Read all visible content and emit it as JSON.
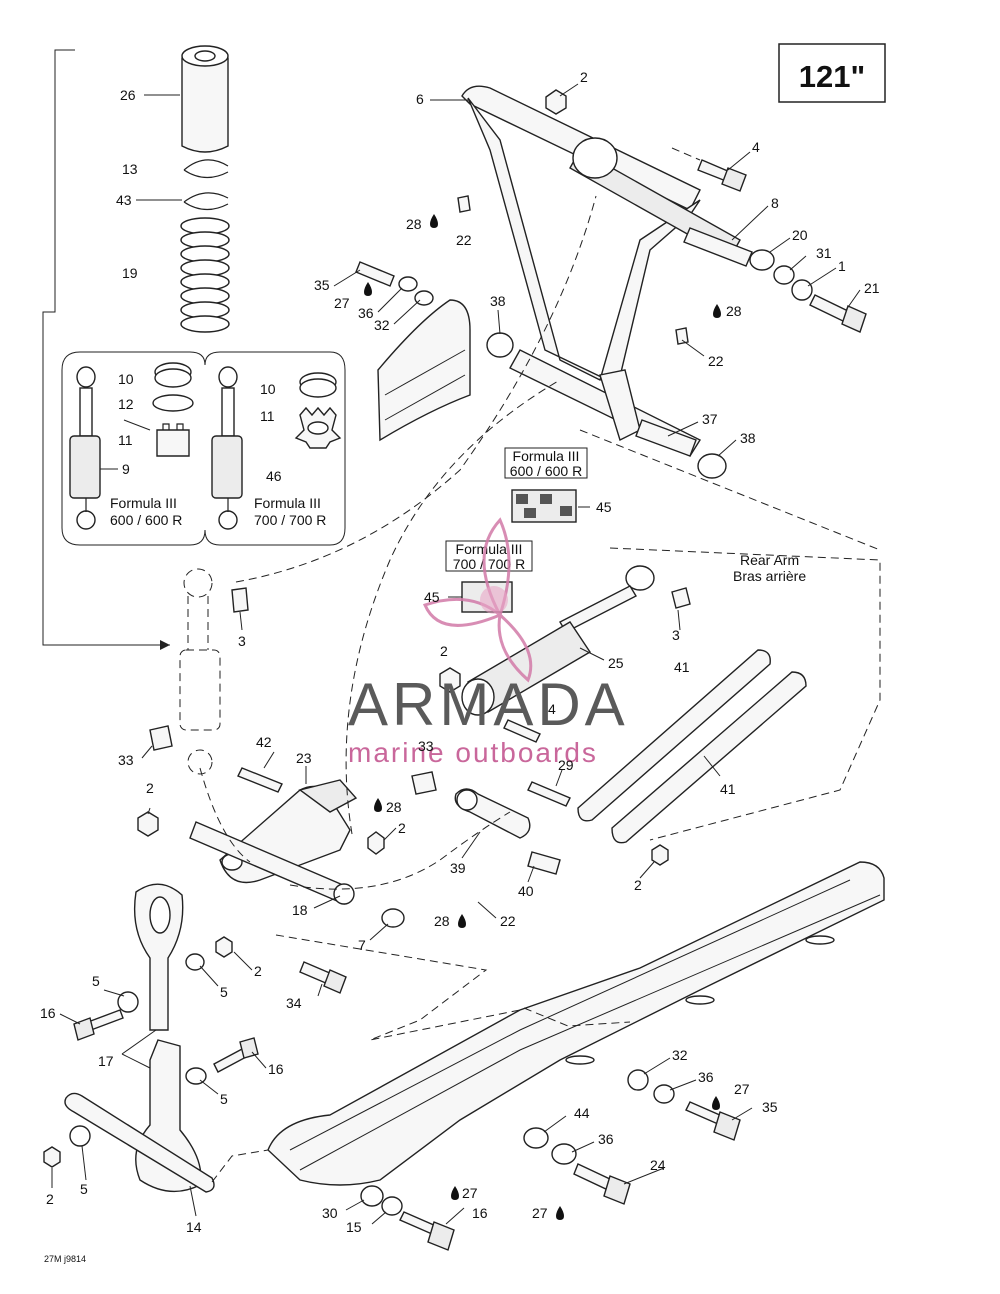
{
  "title_box": {
    "text": "121\""
  },
  "variant_labels": {
    "left_600": [
      "Formula III",
      "600 / 600 R"
    ],
    "right_700": [
      "Formula III",
      "700 / 700 R"
    ],
    "sticker_600": [
      "Formula III",
      "600 / 600 R"
    ],
    "sticker_700": [
      "Formula III",
      "700 / 700 R"
    ]
  },
  "rear_arm": [
    "Rear Arm",
    "Bras arrière"
  ],
  "watermark": {
    "brand": "ARMADA",
    "tagline": "marine outboards"
  },
  "footer_code": "27M j9814",
  "labels": {
    "l26": "26",
    "l13": "13",
    "l43": "43",
    "l19": "19",
    "l10a": "10",
    "l12": "12",
    "l11a": "11",
    "l9": "9",
    "l10b": "10",
    "l11b": "11",
    "l46": "46",
    "l6": "6",
    "l2a": "2",
    "l4a": "4",
    "l8": "8",
    "l20": "20",
    "l31": "31",
    "l1": "1",
    "l21": "21",
    "l28a": "28",
    "l22a": "22",
    "l35a": "35",
    "l27a": "27",
    "l36a": "36",
    "l32a": "32",
    "l38a": "38",
    "l28b": "28",
    "l22b": "22",
    "l37": "37",
    "l38b": "38",
    "l45a": "45",
    "l45b": "45",
    "l3a": "3",
    "l3b": "3",
    "l25": "25",
    "l41a": "41",
    "l41b": "41",
    "l2b": "2",
    "l4b": "4",
    "l33a": "33",
    "l33b": "33",
    "l42": "42",
    "l23": "23",
    "l29": "29",
    "l2c": "2",
    "l28c": "28",
    "l2d": "2",
    "l39": "39",
    "l40": "40",
    "l2e": "2",
    "l18": "18",
    "l28d": "28",
    "l22c": "22",
    "l7": "7",
    "l2f": "2",
    "l5a": "5",
    "l5b": "5",
    "l34": "34",
    "l16a": "16",
    "l17": "17",
    "l16b": "16",
    "l5c": "5",
    "l2g": "2",
    "l5d": "5",
    "l14": "14",
    "l32b": "32",
    "l36b": "36",
    "l27b": "27",
    "l35b": "35",
    "l44": "44",
    "l36c": "36",
    "l24": "24",
    "l27c": "27",
    "l30": "30",
    "l15": "15",
    "l27d": "27",
    "l16c": "16"
  }
}
